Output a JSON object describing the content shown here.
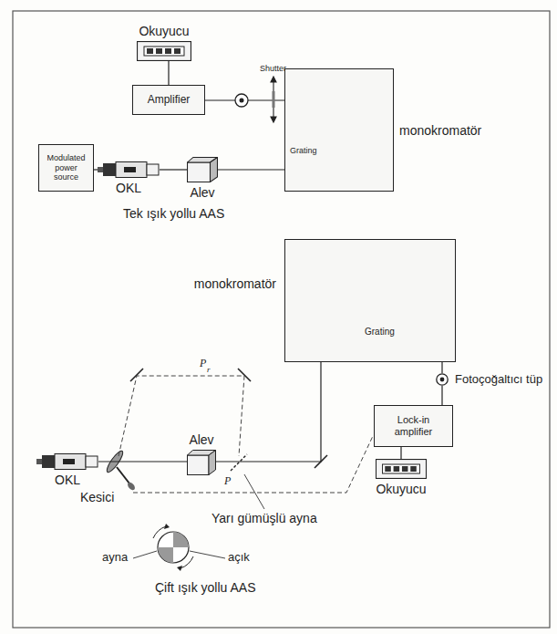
{
  "diagram": {
    "nodes": [
      {
        "text": [
          "Okuyucu"
        ]
      },
      {
        "text": [
          "Amplifier"
        ]
      },
      {
        "text": [
          "Modulated power source"
        ]
      },
      {
        "text": [
          "OKL"
        ]
      },
      {
        "text": [
          "Alev"
        ]
      },
      {
        "text": [
          "monokromatör"
        ]
      },
      {
        "text": [
          "monokromatör"
        ]
      },
      {
        "text": [
          "Fotoçoğaltıcı tüp"
        ]
      },
      {
        "text": [
          "Lock-in amplifier"
        ]
      },
      {
        "text": [
          "Okuyucu"
        ]
      },
      {
        "text": [
          "OKL"
        ]
      },
      {
        "text": [
          "Alev"
        ]
      }
    ],
    "edges": [
      {
        "from": 2,
        "to": 3,
        "arrow": "none"
      },
      {
        "from": 3,
        "to": 4,
        "arrow": "none"
      },
      {
        "from": 4,
        "to": 5,
        "arrow": "none"
      },
      {
        "from": 1,
        "to": 0,
        "arrow": "none"
      },
      {
        "from": 10,
        "to": 11,
        "arrow": "none"
      },
      {
        "from": 11,
        "to": 6,
        "arrow": "none"
      },
      {
        "from": 6,
        "to": 7,
        "arrow": "none"
      },
      {
        "from": 7,
        "to": 8,
        "arrow": "none"
      },
      {
        "from": 8,
        "to": 9,
        "arrow": "none"
      }
    ],
    "labels": [
      "Shutter",
      "Grating",
      "Tek ışık yollu AAS",
      "Grating",
      "P",
      "r",
      "Kesici",
      "P",
      "Yarı gümüşlü ayna",
      "ayna",
      "açık",
      "Çift ışık yollu AAS"
    ]
  }
}
